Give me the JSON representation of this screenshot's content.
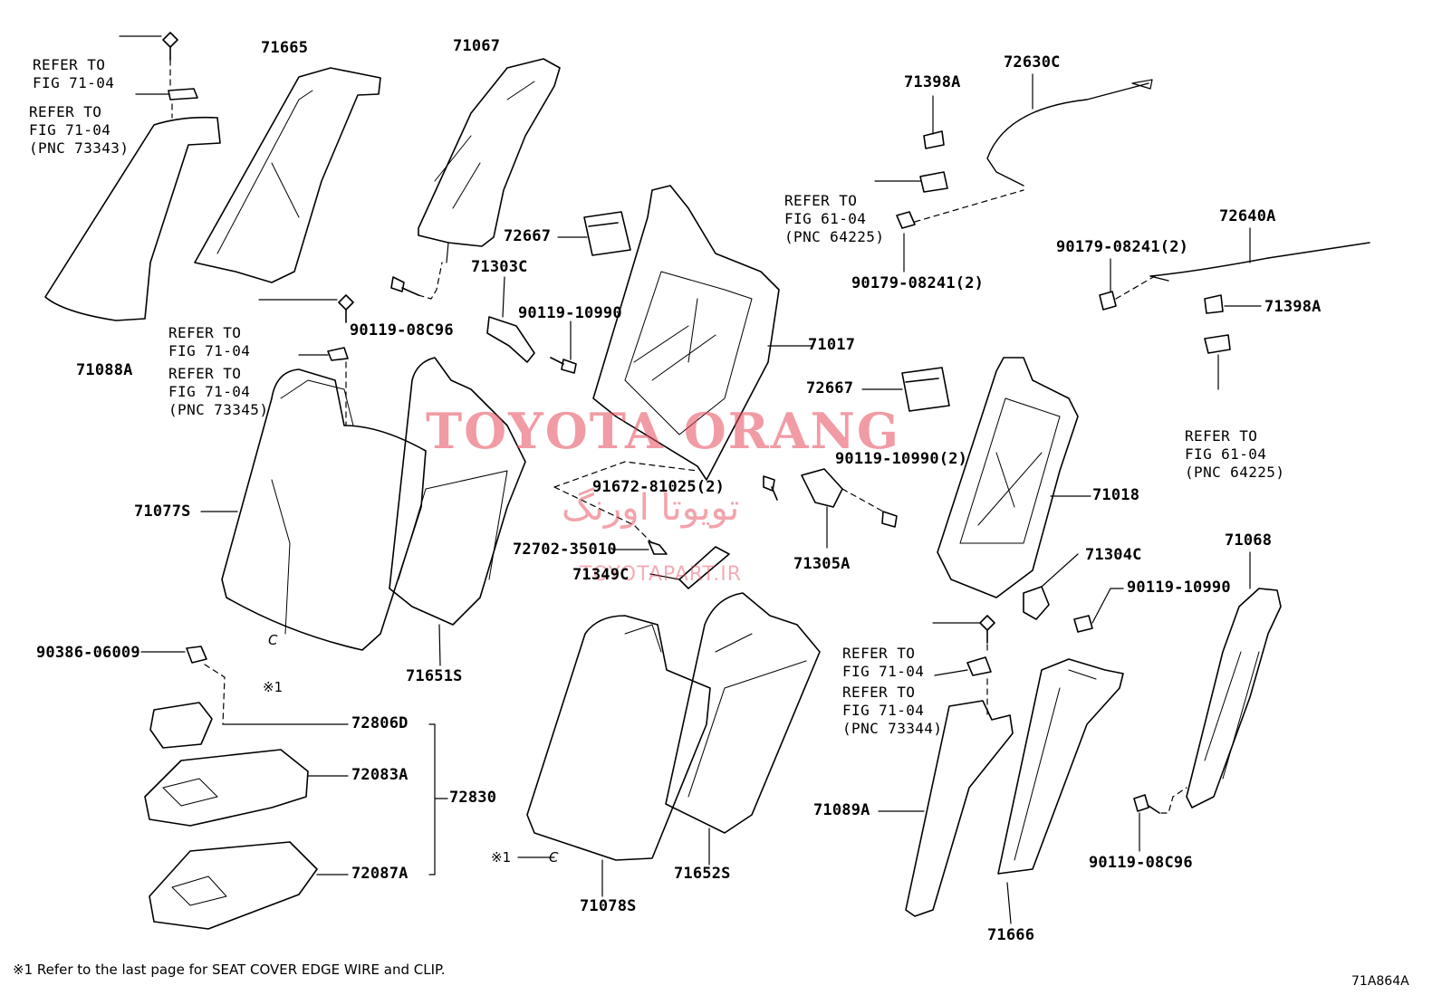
{
  "labels": {
    "p71665": "71665",
    "p71067": "71067",
    "p71088A": "71088A",
    "p72667a": "72667",
    "p71303C": "71303C",
    "p90119_10990a": "90119-10990",
    "p90119_08C96a": "90119-08C96",
    "p71017": "71017",
    "p71077S": "71077S",
    "p71651S": "71651S",
    "p91672": "91672-81025(2)",
    "p72702": "72702-35010",
    "p71349C": "71349C",
    "p71305A": "71305A",
    "p90386": "90386-06009",
    "p72806D": "72806D",
    "p72083A": "72083A",
    "p72830": "72830",
    "p72087A": "72087A",
    "p71078S": "71078S",
    "p71652S": "71652S",
    "p71398Aa": "71398A",
    "p72630C": "72630C",
    "p90179a": "90179-08241(2)",
    "p72640A": "72640A",
    "p90179b": "90179-08241(2)",
    "p71398Ab": "71398A",
    "p72667b": "72667",
    "p90119_10990b": "90119-10990(2)",
    "p71018": "71018",
    "p71304C": "71304C",
    "p90119_10990c": "90119-10990",
    "p71068": "71068",
    "p71089A": "71089A",
    "p71666": "71666",
    "p90119_08C96b": "90119-08C96"
  },
  "refs": {
    "r1": [
      "REFER TO",
      "FIG 71-04"
    ],
    "r2": [
      "REFER TO",
      "FIG 71-04",
      "(PNC 73343)"
    ],
    "r3": [
      "REFER TO",
      "FIG 71-04"
    ],
    "r4": [
      "REFER TO",
      "FIG 71-04",
      "(PNC 73345)"
    ],
    "r5": [
      "REFER TO",
      "FIG 61-04",
      "(PNC 64225)"
    ],
    "r6": [
      "REFER TO",
      "FIG 61-04",
      "(PNC 64225)"
    ],
    "r7": [
      "REFER TO",
      "FIG 71-04"
    ],
    "r8": [
      "REFER TO",
      "FIG 71-04",
      "(PNC 73344)"
    ]
  },
  "marks": {
    "m1": "※1",
    "m2": "※1",
    "c1": "C",
    "c2": "C"
  },
  "footnote": "※1 Refer to the last page for SEAT COVER EDGE WIRE and CLIP.",
  "figure_id": "71A864A",
  "watermark": {
    "brand": "TOYOTA ORANG",
    "persian": "تویوتا اورنگ",
    "site": "TOYOTAPART.IR"
  }
}
